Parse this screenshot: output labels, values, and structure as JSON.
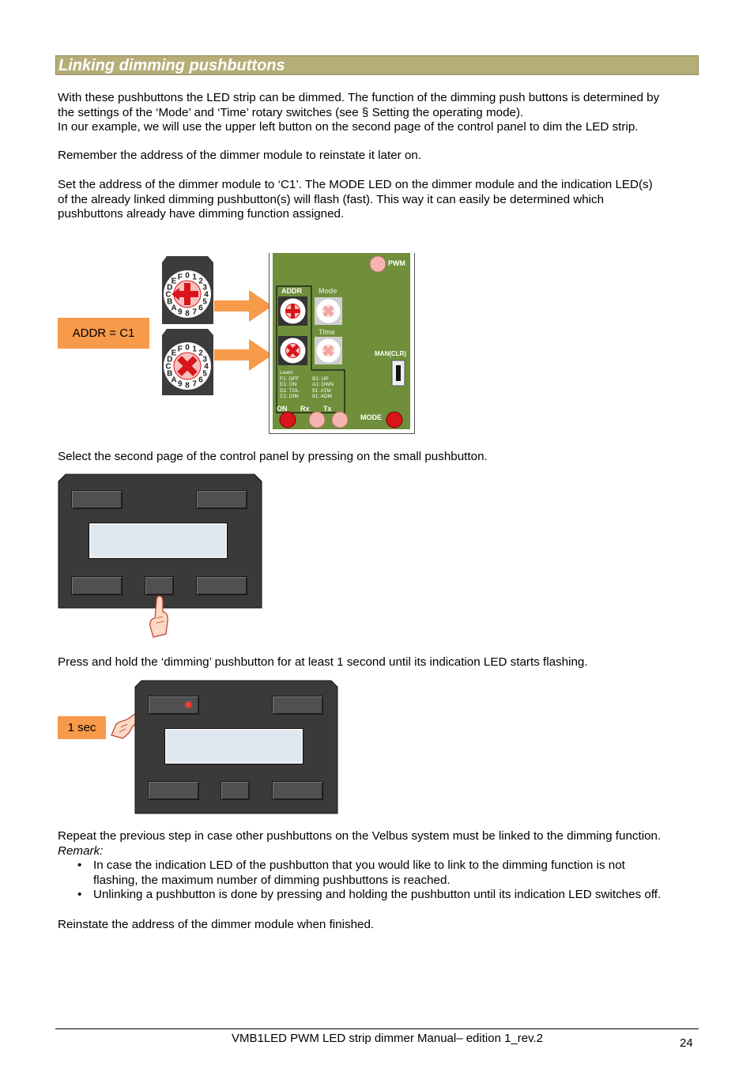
{
  "heading": "Linking dimming pushbuttons",
  "intro": [
    "With these pushbuttons the LED strip can be dimmed. The function of the dimming push buttons is determined by",
    "the settings of the ‘Mode’ and ‘Time’ rotary switches (see § Setting the operating mode).",
    "In our example, we will use the upper left button on the second page of the control panel to dim the LED strip."
  ],
  "remember": "Remember the address of the dimmer module to reinstate it later on.",
  "set_address": [
    "Set the address of the dimmer module to ‘C1’. The MODE LED on the dimmer module and the indication LED(s)",
    "of the already linked dimming pushbutton(s) will flash (fast). This way it can easily be determined which",
    "pushbuttons already have dimming function assigned."
  ],
  "figure1": {
    "callout": "ADDR = C1",
    "dial_digits": "0123456789ABCDEF",
    "module": {
      "pwm": "PWM",
      "addr": "ADDR",
      "mode": "Mode",
      "time": "Time",
      "man_clr": "MAN(CLR)",
      "learn_left": [
        "Learn",
        "F1: OFF",
        "E1: ON",
        "D1: TGL",
        "C1: DIM"
      ],
      "learn_right": [
        "",
        "B1: UP",
        "A1: DWN",
        "91: ATM",
        "81: ADM"
      ],
      "on": "ON",
      "rx": "Rx",
      "tx": "Tx",
      "mode_led": "MODE"
    },
    "colors": {
      "module_green": "#6f8f3a",
      "led_red": "#d9141b",
      "arrow_orange": "#f79a4a"
    }
  },
  "select_page": "Select the second page of the control panel by pressing on the small pushbutton.",
  "press_hold": "Press and hold the ‘dimming’ pushbutton for at least 1 second until its indication LED starts flashing.",
  "figure3": {
    "callout": "1 sec"
  },
  "repeat": "Repeat the previous step in case other pushbuttons on the Velbus system must be linked to the dimming function.",
  "remark_label": "Remark:",
  "bullets": [
    [
      "In case the indication LED of the pushbutton that you would like to link to the dimming function is not",
      "flashing, the maximum number of dimming pushbuttons is reached."
    ],
    [
      "Unlinking a pushbutton is done by pressing and holding the pushbutton until its indication LED switches off."
    ]
  ],
  "reinstate": "Reinstate the address of the dimmer module when finished.",
  "footer": "VMB1LED PWM LED strip dimmer Manual– edition 1_rev.2",
  "page_number": "24"
}
